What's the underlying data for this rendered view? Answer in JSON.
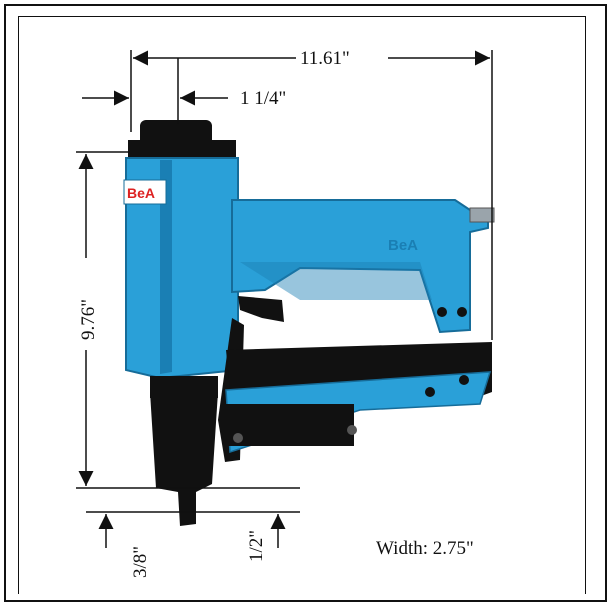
{
  "dimensions": {
    "overall_length": "11.61\"",
    "nose_offset": "1 1/4\"",
    "height": "9.76\"",
    "nose_bottom": "3/8\"",
    "tip_depth": "1/2\"",
    "width": "Width: 2.75\""
  },
  "brand": {
    "side_logo": "BeA",
    "handle_text": "BeA"
  },
  "colors": {
    "body_blue": "#2aa0d8",
    "body_dark": "#1a7fb4",
    "black": "#111111"
  }
}
